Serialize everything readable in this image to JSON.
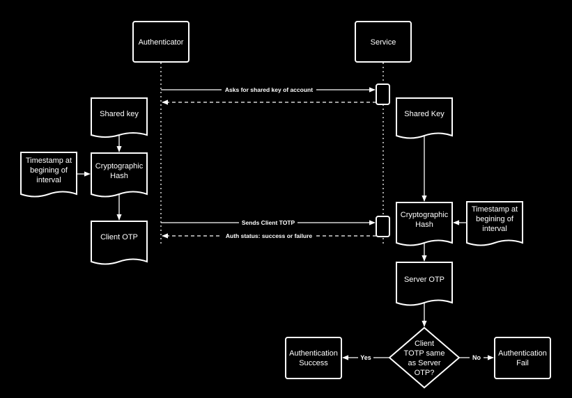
{
  "participants": {
    "authenticator": "Authenticator",
    "service": "Service"
  },
  "messages": {
    "ask_key": "Asks for shared key of account",
    "send_totp": "Sends Client TOTP",
    "auth_status": "Auth status: success or failure"
  },
  "client_side": {
    "shared_key": "Shared key",
    "timestamp": [
      "Timestamp at",
      "begining of",
      "interval"
    ],
    "hash": [
      "Cryptographic",
      "Hash"
    ],
    "otp": "Client OTP"
  },
  "server_side": {
    "shared_key": "Shared Key",
    "timestamp": [
      "Timestamp at",
      "begining of",
      "interval"
    ],
    "hash": [
      "Cryptographic",
      "Hash"
    ],
    "otp": "Server OTP"
  },
  "decision": {
    "question": [
      "Client",
      "TOTP same",
      "as Server",
      "OTP?"
    ],
    "yes_label": "Yes",
    "no_label": "No"
  },
  "outcomes": {
    "success": [
      "Authentication",
      "Success"
    ],
    "fail": [
      "Authentication",
      "Fail"
    ]
  }
}
